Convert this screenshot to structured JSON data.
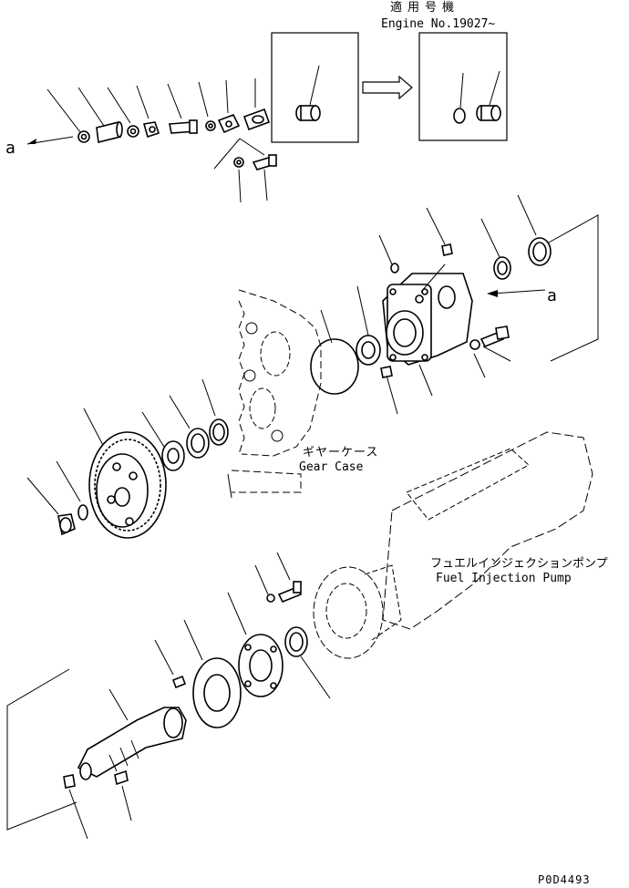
{
  "applicability": {
    "line1": "適用号機",
    "line2": "Engine No.19027~"
  },
  "ref_letter_top": "a",
  "ref_letter_right": "a",
  "gear_case": {
    "jp": "ギヤーケース",
    "en": "Gear Case"
  },
  "fuel_pump": {
    "jp": "フュエルインジェクションポンプ",
    "en": "Fuel Injection Pump"
  },
  "drawing_code": "P0D4493"
}
